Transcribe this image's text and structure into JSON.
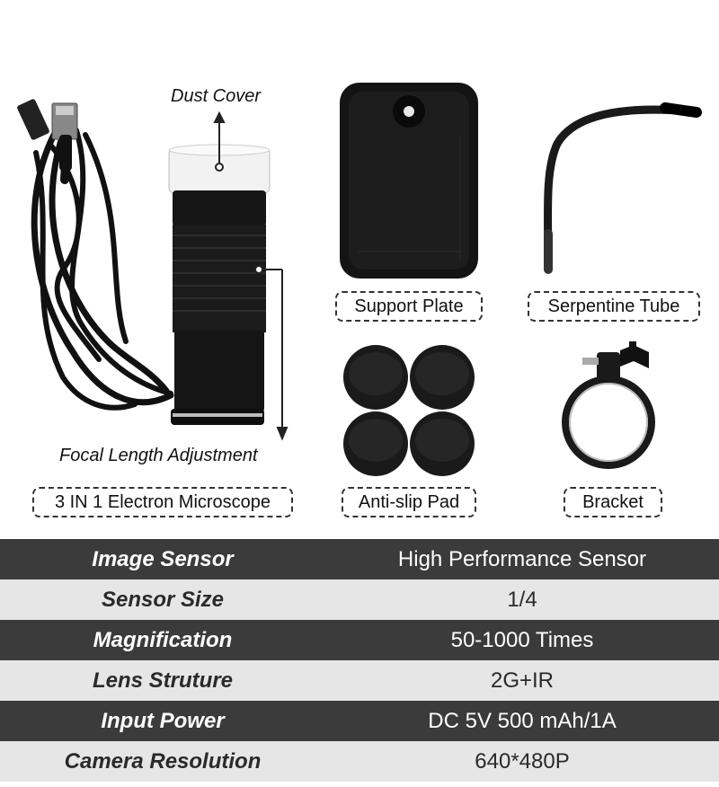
{
  "annotations": {
    "dust_cover": "Dust Cover",
    "focal_length": "Focal Length Adjustment"
  },
  "parts": [
    {
      "label": "Support Plate"
    },
    {
      "label": "Serpentine Tube"
    },
    {
      "label": "3 IN 1 Electron Microscope"
    },
    {
      "label": "Anti-slip Pad"
    },
    {
      "label": "Bracket"
    }
  ],
  "specs": [
    {
      "key": "Image Sensor",
      "value": "High Performance Sensor"
    },
    {
      "key": "Sensor Size",
      "value": "1/4"
    },
    {
      "key": "Magnification",
      "value": "50-1000 Times"
    },
    {
      "key": "Lens Struture",
      "value": "2G+IR"
    },
    {
      "key": "Input Power",
      "value": "DC 5V 500 mAh/1A"
    },
    {
      "key": "Camera Resolution",
      "value": "640*480P"
    }
  ],
  "colors": {
    "dark_row": "#3b3b3b",
    "light_row": "#e6e6e6",
    "product_black": "#111111"
  }
}
